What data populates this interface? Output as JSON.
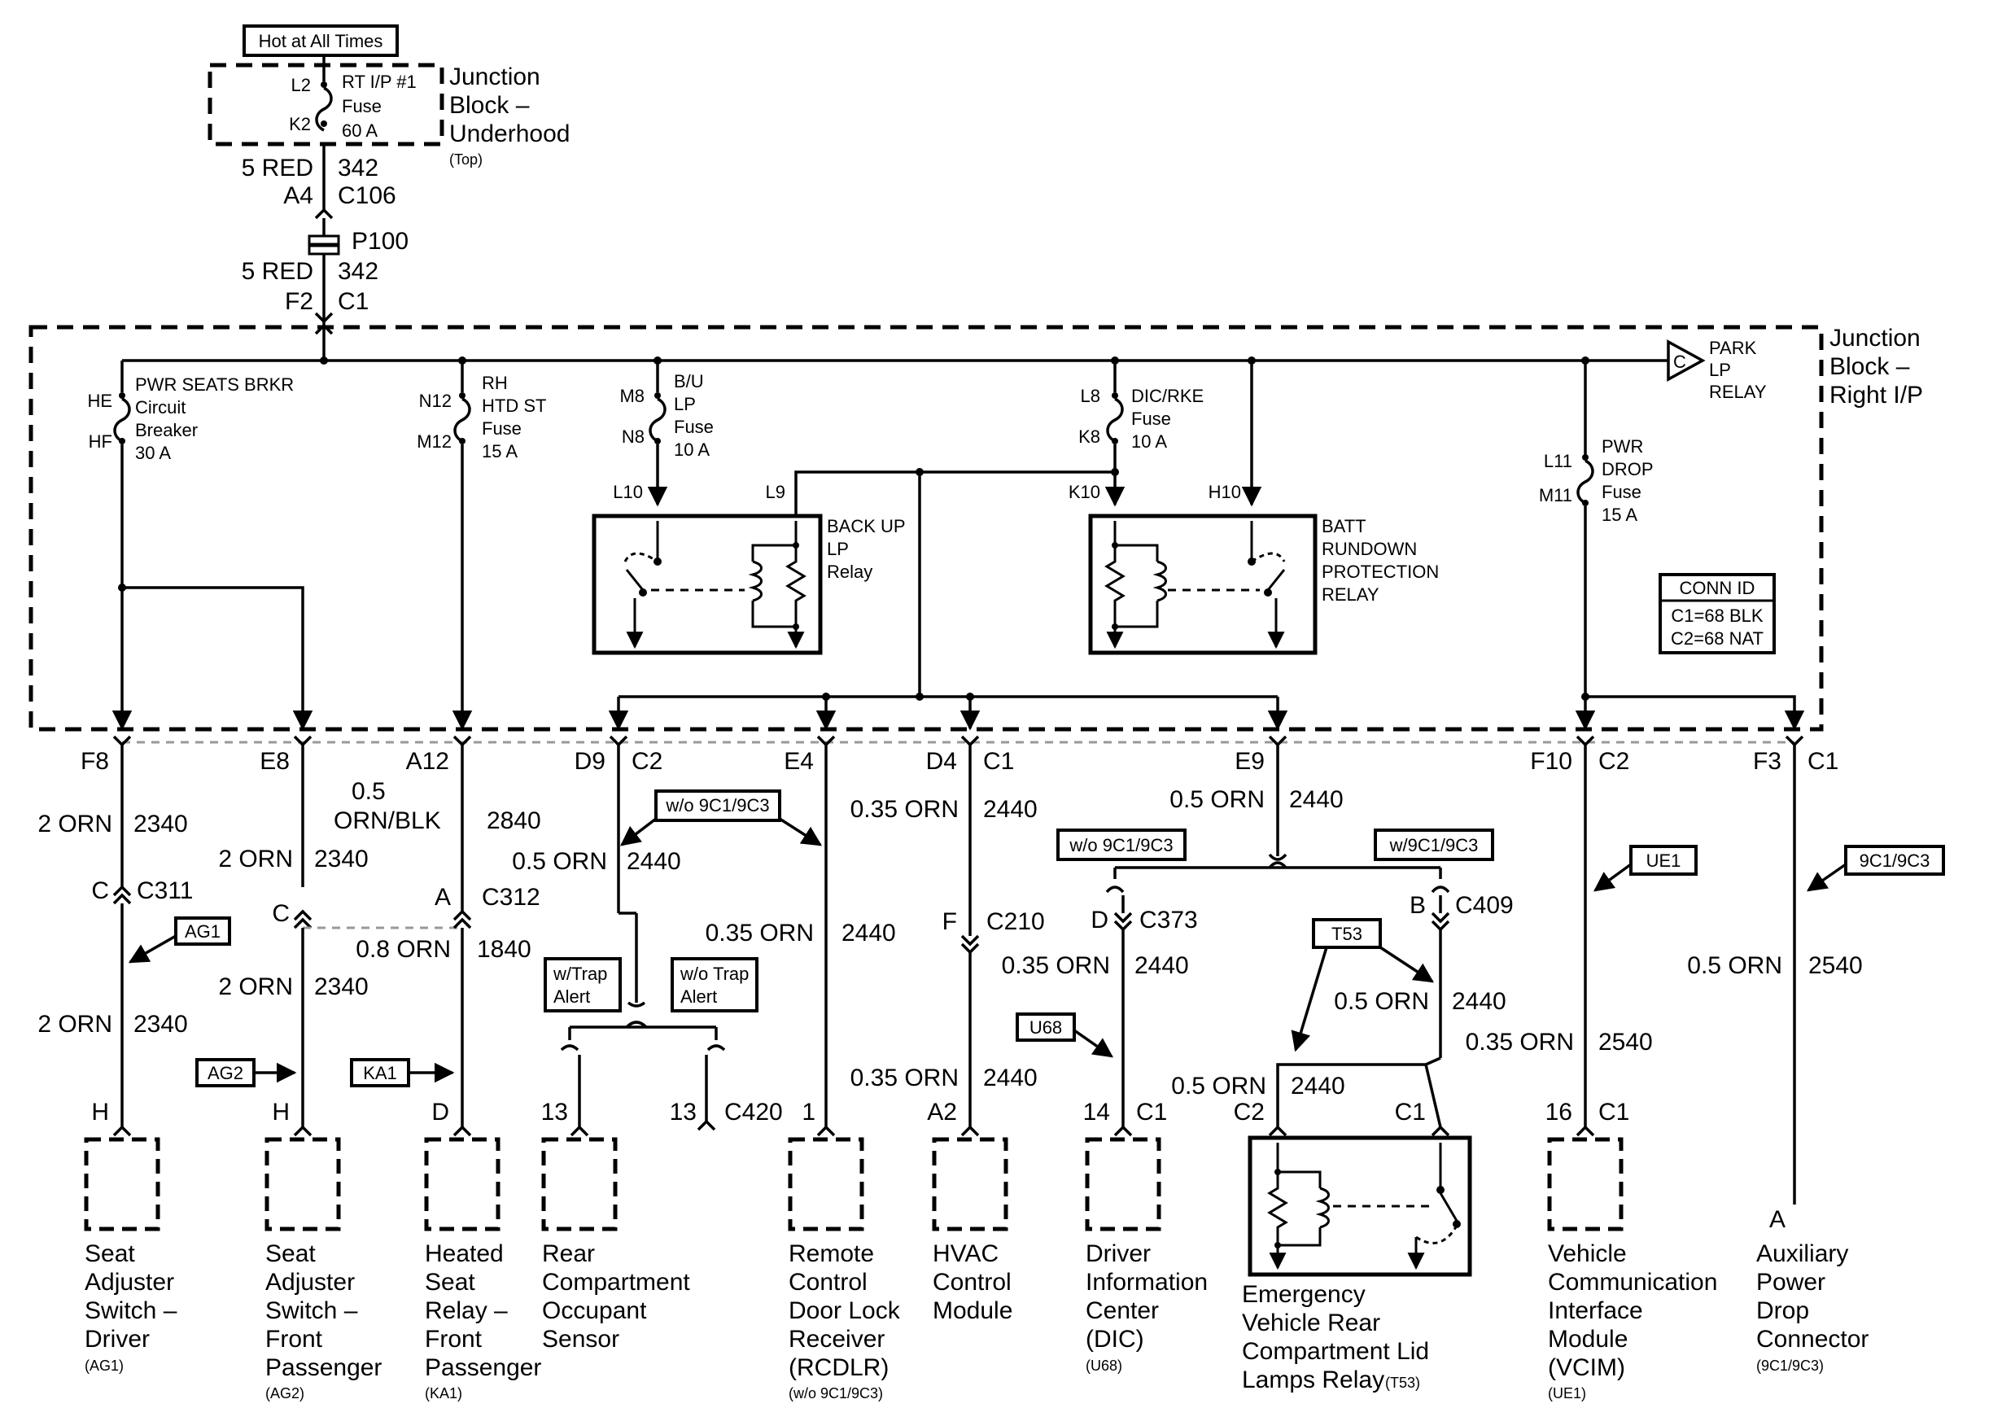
{
  "top": {
    "hot_label": "Hot at All Times",
    "pin_top": "L2",
    "pin_bottom": "K2",
    "fuse": [
      "RT I/P #1",
      "Fuse",
      "60 A"
    ],
    "block": [
      "Junction",
      "Block –",
      "Underhood"
    ],
    "block_sub": "(Top)",
    "wire_gauge": "5 RED",
    "wire_circuit": "342",
    "conn_pin": "A4",
    "conn_id": "C106",
    "splice": "P100",
    "wire2_gauge": "5 RED",
    "wire2_circuit": "342",
    "conn2_pin": "F2",
    "conn2_id": "C1"
  },
  "ip_block": {
    "name": [
      "Junction",
      "Block –",
      "Right I/P"
    ],
    "park": "C",
    "park_label": [
      "PARK",
      "LP",
      "RELAY"
    ],
    "conn_id_title": "CONN ID",
    "conn_id_lines": [
      "C1=68 BLK",
      "C2=68 NAT"
    ]
  },
  "devices": {
    "pwr_seats": {
      "pin_top": "HE",
      "pin_bottom": "HF",
      "label": [
        "PWR SEATS BRKR",
        "Circuit",
        "Breaker",
        "30 A"
      ]
    },
    "rh_htd": {
      "pin_top": "N12",
      "pin_bottom": "M12",
      "label": [
        "RH",
        "HTD ST",
        "Fuse",
        "15 A"
      ]
    },
    "bu_lp": {
      "pin_top": "M8",
      "pin_bottom": "N8",
      "label": [
        "B/U",
        "LP",
        "Fuse",
        "10 A"
      ]
    },
    "dic_rke": {
      "pin_top": "L8",
      "pin_bottom": "K8",
      "label": [
        "DIC/RKE",
        "Fuse",
        "10 A"
      ]
    },
    "pwr_drop": {
      "pin_top": "L11",
      "pin_bottom": "M11",
      "label": [
        "PWR",
        "DROP",
        "Fuse",
        "15 A"
      ]
    },
    "backup_relay": {
      "pin_a": "L10",
      "pin_b": "L9",
      "label": [
        "BACK UP",
        "LP",
        "Relay"
      ]
    },
    "batt_relay": {
      "pin_a": "K10",
      "pin_b": "H10",
      "label": [
        "BATT",
        "RUNDOWN",
        "PROTECTION",
        "RELAY"
      ]
    }
  },
  "pins": [
    {
      "pin": "F8",
      "conn": ""
    },
    {
      "pin": "E8",
      "conn": ""
    },
    {
      "pin": "A12",
      "conn": ""
    },
    {
      "pin": "D9",
      "conn": "C2"
    },
    {
      "pin": "E4",
      "conn": ""
    },
    {
      "pin": "D4",
      "conn": "C1"
    },
    {
      "pin": "E9",
      "conn": ""
    },
    {
      "pin": "F10",
      "conn": "C2"
    },
    {
      "pin": "F3",
      "conn": "C1"
    }
  ],
  "wires": {
    "f8": {
      "gauge": "2 ORN",
      "circuit": "2340"
    },
    "e8": {
      "gauge": "0.5",
      "gauge2": "ORN/BLK",
      "circuit": "2840"
    },
    "e8b": {
      "gauge": "2 ORN",
      "circuit": "2340"
    },
    "d9": {
      "gauge": "0.5 ORN",
      "circuit": "2440"
    },
    "d4": {
      "gauge": "0.35 ORN",
      "circuit": "2440"
    },
    "e4": {
      "gauge": "0.35 ORN",
      "circuit": "2440"
    },
    "e9": {
      "gauge": "0.5 ORN",
      "circuit": "2440"
    },
    "ka1w": {
      "gauge": "0.8 ORN",
      "circuit": "1840"
    },
    "ag1w": {
      "gauge": "2 ORN",
      "circuit": "2340"
    },
    "ag2w": {
      "gauge": "2 ORN",
      "circuit": "2340"
    },
    "hvacw": {
      "gauge": "0.35 ORN",
      "circuit": "2440"
    },
    "dicw": {
      "gauge": "0.35 ORN",
      "circuit": "2440"
    },
    "t53w": {
      "gauge": "0.5 ORN",
      "circuit": "2440"
    },
    "evw": {
      "gauge": "0.5 ORN",
      "circuit": "2440"
    },
    "vcimw": {
      "gauge": "0.35 ORN",
      "circuit": "2540"
    },
    "f3w": {
      "gauge": "0.5 ORN",
      "circuit": "2540"
    }
  },
  "conns": {
    "c311": {
      "pin": "C",
      "id": "C311"
    },
    "c312a": {
      "pin": "C",
      "id": ""
    },
    "c312": {
      "pin": "A",
      "id": "C312"
    },
    "c210": {
      "pin": "F",
      "id": "C210"
    },
    "c373": {
      "pin": "D",
      "id": "C373"
    },
    "c409": {
      "pin": "B",
      "id": "C409"
    },
    "c420": {
      "pin": "13",
      "id": "C420"
    }
  },
  "options": {
    "wo9c": "w/o 9C1/9C3",
    "wo9c2": "w/o 9C1/9C3",
    "w9c": "w/9C1/9C3",
    "trap": [
      "w/Trap",
      "Alert"
    ],
    "notrap": [
      "w/o Trap",
      "Alert"
    ],
    "ag1": "AG1",
    "ag2": "AG2",
    "ka1": "KA1",
    "ue1": "UE1",
    "u68": "U68",
    "t53": "T53",
    "opt9c": "9C1/9C3"
  },
  "components": [
    {
      "pin": "H",
      "conn": "",
      "name": [
        "Seat",
        "Adjuster",
        "Switch –",
        "Driver"
      ],
      "sub": "(AG1)"
    },
    {
      "pin": "H",
      "conn": "",
      "name": [
        "Seat",
        "Adjuster",
        "Switch –",
        "Front",
        "Passenger"
      ],
      "sub": "(AG2)"
    },
    {
      "pin": "D",
      "conn": "",
      "name": [
        "Heated",
        "Seat",
        "Relay –",
        "Front",
        "Passenger"
      ],
      "sub": "(KA1)"
    },
    {
      "pin": "13",
      "conn": "",
      "name": [
        "Rear",
        "Compartment",
        "Occupant",
        "Sensor"
      ],
      "sub": ""
    },
    {
      "pin": "1",
      "conn": "",
      "name": [
        "Remote",
        "Control",
        "Door Lock",
        "Receiver",
        "(RCDLR)"
      ],
      "sub": "(w/o 9C1/9C3)"
    },
    {
      "pin": "A2",
      "conn": "",
      "name": [
        "HVAC",
        "Control",
        "Module"
      ],
      "sub": ""
    },
    {
      "pin": "14",
      "conn": "C1",
      "name": [
        "Driver",
        "Information",
        "Center",
        "(DIC)"
      ],
      "sub": "(U68)"
    },
    {
      "pin": "C2",
      "conn": "",
      "pin2": "C1",
      "name": [
        "Emergency",
        "Vehicle Rear",
        "Compartment Lid",
        "Lamps Relay"
      ],
      "sub": "(T53)"
    },
    {
      "pin": "16",
      "conn": "C1",
      "name": [
        "Vehicle",
        "Communication",
        "Interface",
        "Module",
        "(VCIM)"
      ],
      "sub": "(UE1)"
    },
    {
      "pin": "A",
      "conn": "",
      "name": [
        "Auxiliary",
        "Power",
        "Drop",
        "Connector"
      ],
      "sub": "(9C1/9C3)"
    }
  ]
}
